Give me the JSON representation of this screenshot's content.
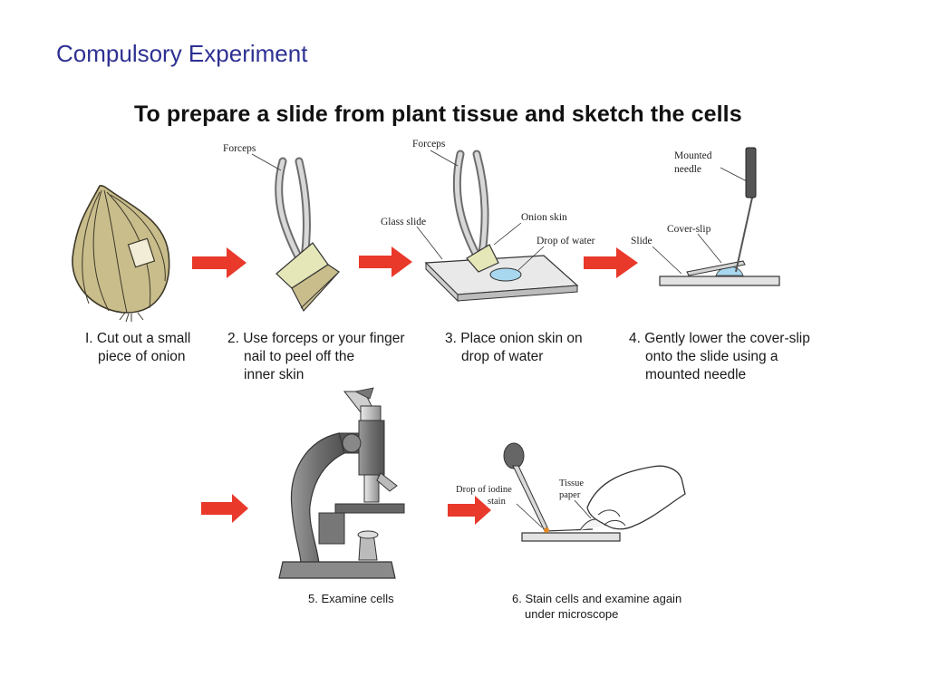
{
  "header": {
    "title": "Compulsory Experiment"
  },
  "diagram": {
    "title": "To prepare a slide from plant tissue and sketch the cells",
    "labels": {
      "forceps_1": "Forceps",
      "forceps_2": "Forceps",
      "glass_slide": "Glass slide",
      "onion_skin": "Onion skin",
      "drop_of_water": "Drop of water",
      "mounted_needle_1": "Mounted",
      "mounted_needle_2": "needle",
      "cover_slip": "Cover-slip",
      "slide": "Slide",
      "iodine_1": "Drop of iodine",
      "iodine_2": "stain",
      "tissue_1": "Tissue",
      "tissue_2": "paper"
    },
    "steps": [
      {
        "lines": [
          "I. Cut out a small",
          "piece of onion"
        ]
      },
      {
        "lines": [
          "2. Use forceps or your finger",
          "nail to peel off the",
          "inner skin"
        ]
      },
      {
        "lines": [
          "3. Place onion skin on",
          "drop of water"
        ]
      },
      {
        "lines": [
          "4. Gently lower the cover-slip",
          "onto the slide using a",
          "mounted needle"
        ]
      },
      {
        "lines": [
          "5. Examine cells"
        ]
      },
      {
        "lines": [
          "6. Stain cells and examine again",
          "under microscope"
        ]
      }
    ],
    "colors": {
      "arrow": "#e8392b",
      "title": "#2e3192",
      "onion": "#c9bd8c",
      "water": "#a8d8ef"
    }
  }
}
